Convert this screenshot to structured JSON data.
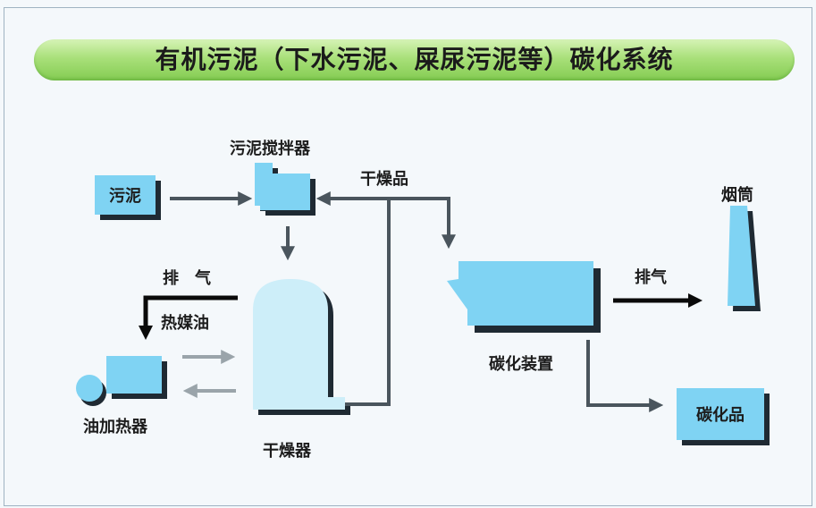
{
  "title": "有机污泥（下水污泥、屎尿污泥等）碳化系统",
  "labels": {
    "sludge": "污泥",
    "mixer": "污泥搅拌器",
    "dried_product": "干燥品",
    "exhaust_left": "排　气",
    "heat_medium_oil": "热媒油",
    "oil_heater": "油加热器",
    "dryer": "干燥器",
    "carbonizer": "碳化装置",
    "exhaust_right": "排气",
    "chimney": "烟筒",
    "carbide": "碳化品"
  },
  "colors": {
    "equipment": "#7fd3f3",
    "shadow": "#1f2a33",
    "flow_line": "#4a555d",
    "exhaust_arrow": "#0a0a0a",
    "oil_arrow": "#9aa4aa",
    "title_bar": "#a9e07a"
  }
}
